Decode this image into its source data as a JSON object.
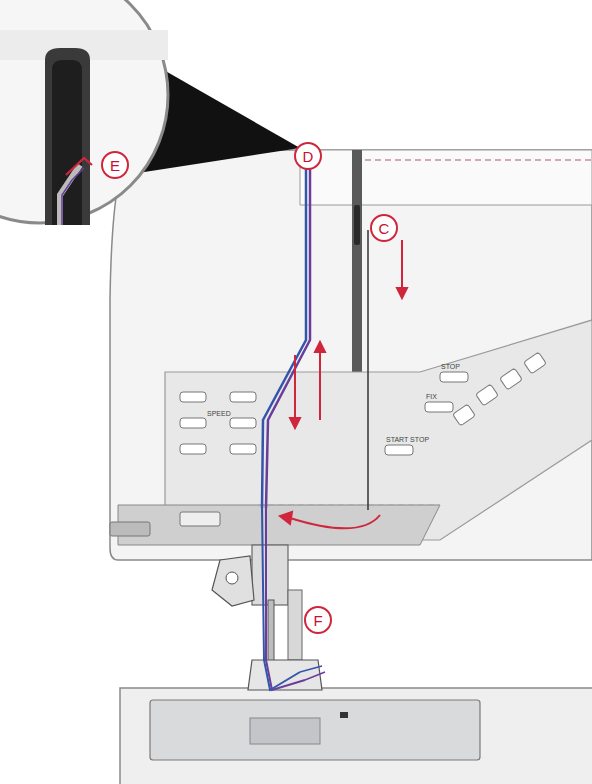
{
  "diagram": {
    "nodes": [
      {
        "text": [
          "D"
        ]
      },
      {
        "text": [
          "E"
        ]
      },
      {
        "text": [
          "C"
        ]
      },
      {
        "text": [
          "F"
        ]
      }
    ],
    "labels": [
      "SPEED",
      "STOP",
      "FIX",
      "START STOP"
    ]
  }
}
